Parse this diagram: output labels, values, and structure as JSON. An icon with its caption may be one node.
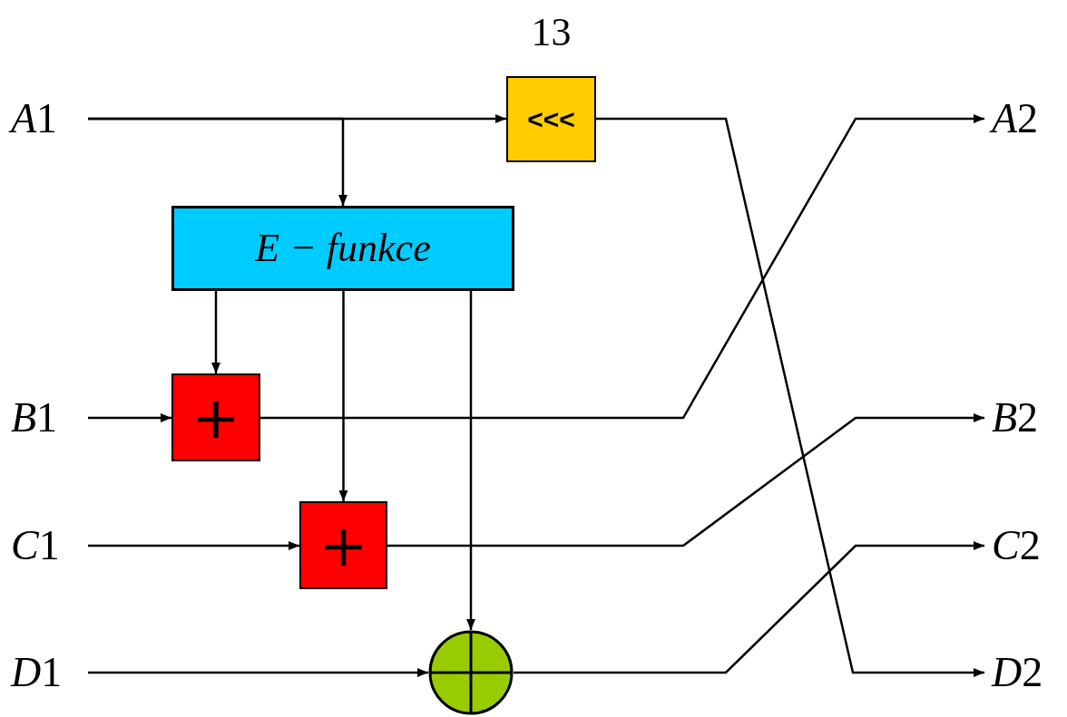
{
  "diagram": {
    "nodes": [
      {
        "text": [
          "A1"
        ]
      },
      {
        "text": [
          "B1"
        ]
      },
      {
        "text": [
          "C1"
        ]
      },
      {
        "text": [
          "D1"
        ]
      },
      {
        "text": [
          "<<<"
        ],
        "beside": [
          "13"
        ]
      },
      {
        "text": [
          "E − funkce"
        ]
      },
      {
        "text": [
          "+"
        ]
      },
      {
        "text": [
          "+"
        ]
      },
      {
        "text": [],
        "shape": "circle"
      },
      {
        "text": [
          "A2"
        ]
      },
      {
        "text": [
          "B2"
        ]
      },
      {
        "text": [
          "C2"
        ]
      },
      {
        "text": [
          "D2"
        ]
      }
    ],
    "edges": [
      {
        "from": 0,
        "to": 4,
        "arrow": "to"
      },
      {
        "from": 0,
        "to": 5,
        "arrow": "to"
      },
      {
        "from": 5,
        "to": 6,
        "arrow": "to"
      },
      {
        "from": 5,
        "to": 7,
        "arrow": "to"
      },
      {
        "from": 5,
        "to": 8,
        "arrow": "to"
      },
      {
        "from": 1,
        "to": 6,
        "arrow": "to"
      },
      {
        "from": 2,
        "to": 7,
        "arrow": "to"
      },
      {
        "from": 3,
        "to": 8,
        "arrow": "to"
      },
      {
        "from": 4,
        "to": 12,
        "arrow": "to"
      },
      {
        "from": 6,
        "to": 9,
        "arrow": "to"
      },
      {
        "from": 7,
        "to": 10,
        "arrow": "to"
      },
      {
        "from": 8,
        "to": 11,
        "arrow": "to"
      }
    ]
  }
}
